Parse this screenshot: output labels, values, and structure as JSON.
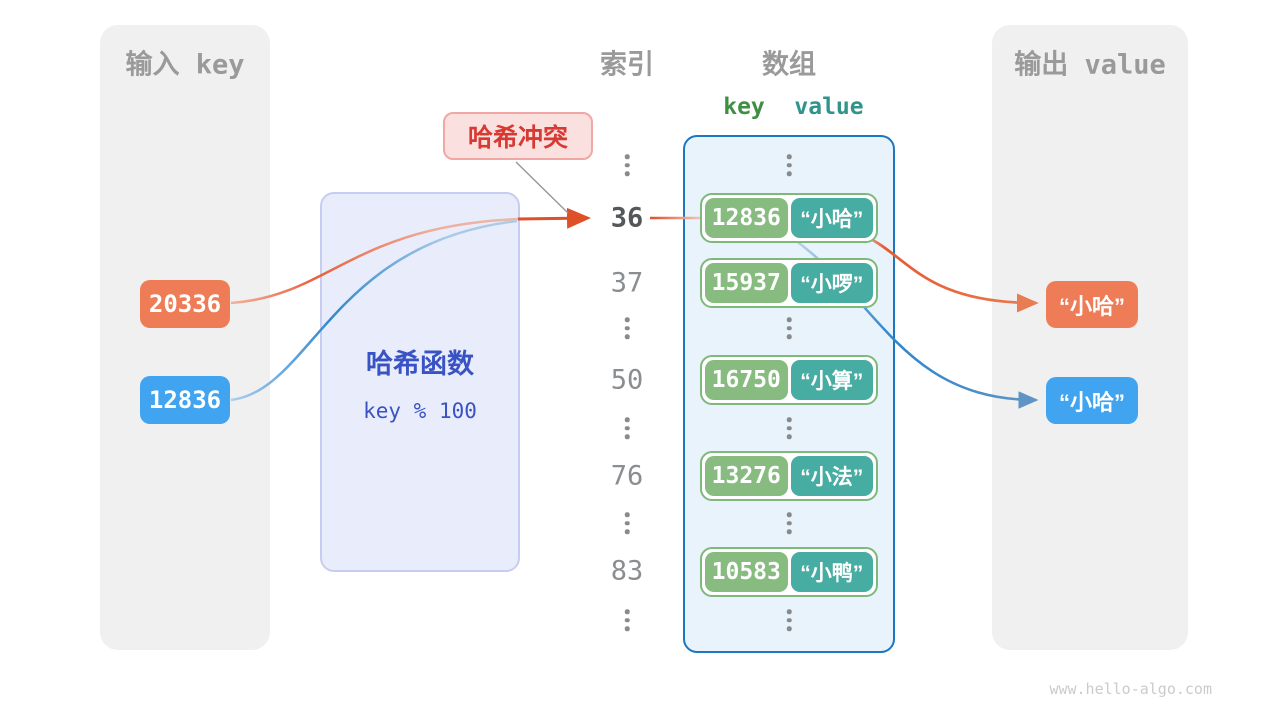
{
  "input_panel": {
    "title": "输入 key",
    "keys": [
      {
        "value": "20336",
        "color": "#ee7d57"
      },
      {
        "value": "12836",
        "color": "#41a4f0"
      }
    ]
  },
  "hash_function": {
    "title": "哈希函数",
    "formula": "key % 100"
  },
  "collision_label": {
    "text": "哈希冲突"
  },
  "index_column": {
    "title": "索引",
    "items": [
      {
        "type": "dots"
      },
      {
        "type": "number",
        "text": "36",
        "highlight": true
      },
      {
        "type": "number",
        "text": "37",
        "highlight": false
      },
      {
        "type": "dots"
      },
      {
        "type": "number",
        "text": "50",
        "highlight": false
      },
      {
        "type": "dots"
      },
      {
        "type": "number",
        "text": "76",
        "highlight": false
      },
      {
        "type": "dots"
      },
      {
        "type": "number",
        "text": "83",
        "highlight": false
      },
      {
        "type": "dots"
      }
    ]
  },
  "array_panel": {
    "title": "数组",
    "key_header": "key",
    "value_header": "value",
    "rows": [
      {
        "key": "12836",
        "value": "“小哈”"
      },
      {
        "key": "15937",
        "value": "“小啰”"
      },
      {
        "key": "16750",
        "value": "“小算”"
      },
      {
        "key": "13276",
        "value": "“小法”"
      },
      {
        "key": "10583",
        "value": "“小鸭”"
      }
    ]
  },
  "output_panel": {
    "title": "输出 value",
    "values": [
      {
        "text": "“小哈”",
        "color": "#ee7d57"
      },
      {
        "text": "“小哈”",
        "color": "#41a4f0"
      }
    ]
  },
  "watermark": "www.hello-algo.com",
  "colors": {
    "orange_accent": "#e8542f",
    "blue_accent": "#2f86cc",
    "green_key_box": "#88bb80",
    "teal_value_box": "#47aca2",
    "array_border": "#1d76c0",
    "hash_box_fill": "#e9edfb",
    "hash_text": "#3952c4",
    "collision_red": "#d63a33",
    "panel_gray": "#f0f0f0"
  }
}
